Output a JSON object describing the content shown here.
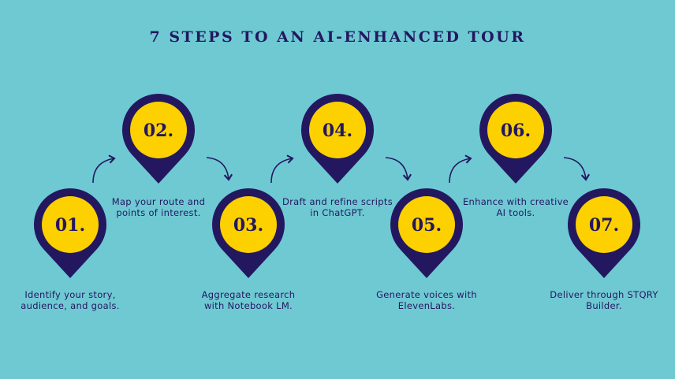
{
  "title": "7 STEPS TO AN AI-ENHANCED TOUR",
  "colors": {
    "background": "#6fc9d3",
    "pin": "#231860",
    "pin_center": "#fdd000"
  },
  "steps": [
    {
      "number": "01.",
      "text": "Identify your story, audience, and goals."
    },
    {
      "number": "02.",
      "text": "Map your route and points of interest."
    },
    {
      "number": "03.",
      "text": "Aggregate research with Notebook LM."
    },
    {
      "number": "04.",
      "text": "Draft and refine scripts in ChatGPT."
    },
    {
      "number": "05.",
      "text": "Generate voices with ElevenLabs."
    },
    {
      "number": "06.",
      "text": "Enhance with creative AI tools."
    },
    {
      "number": "07.",
      "text": "Deliver through STQRY Builder."
    }
  ]
}
